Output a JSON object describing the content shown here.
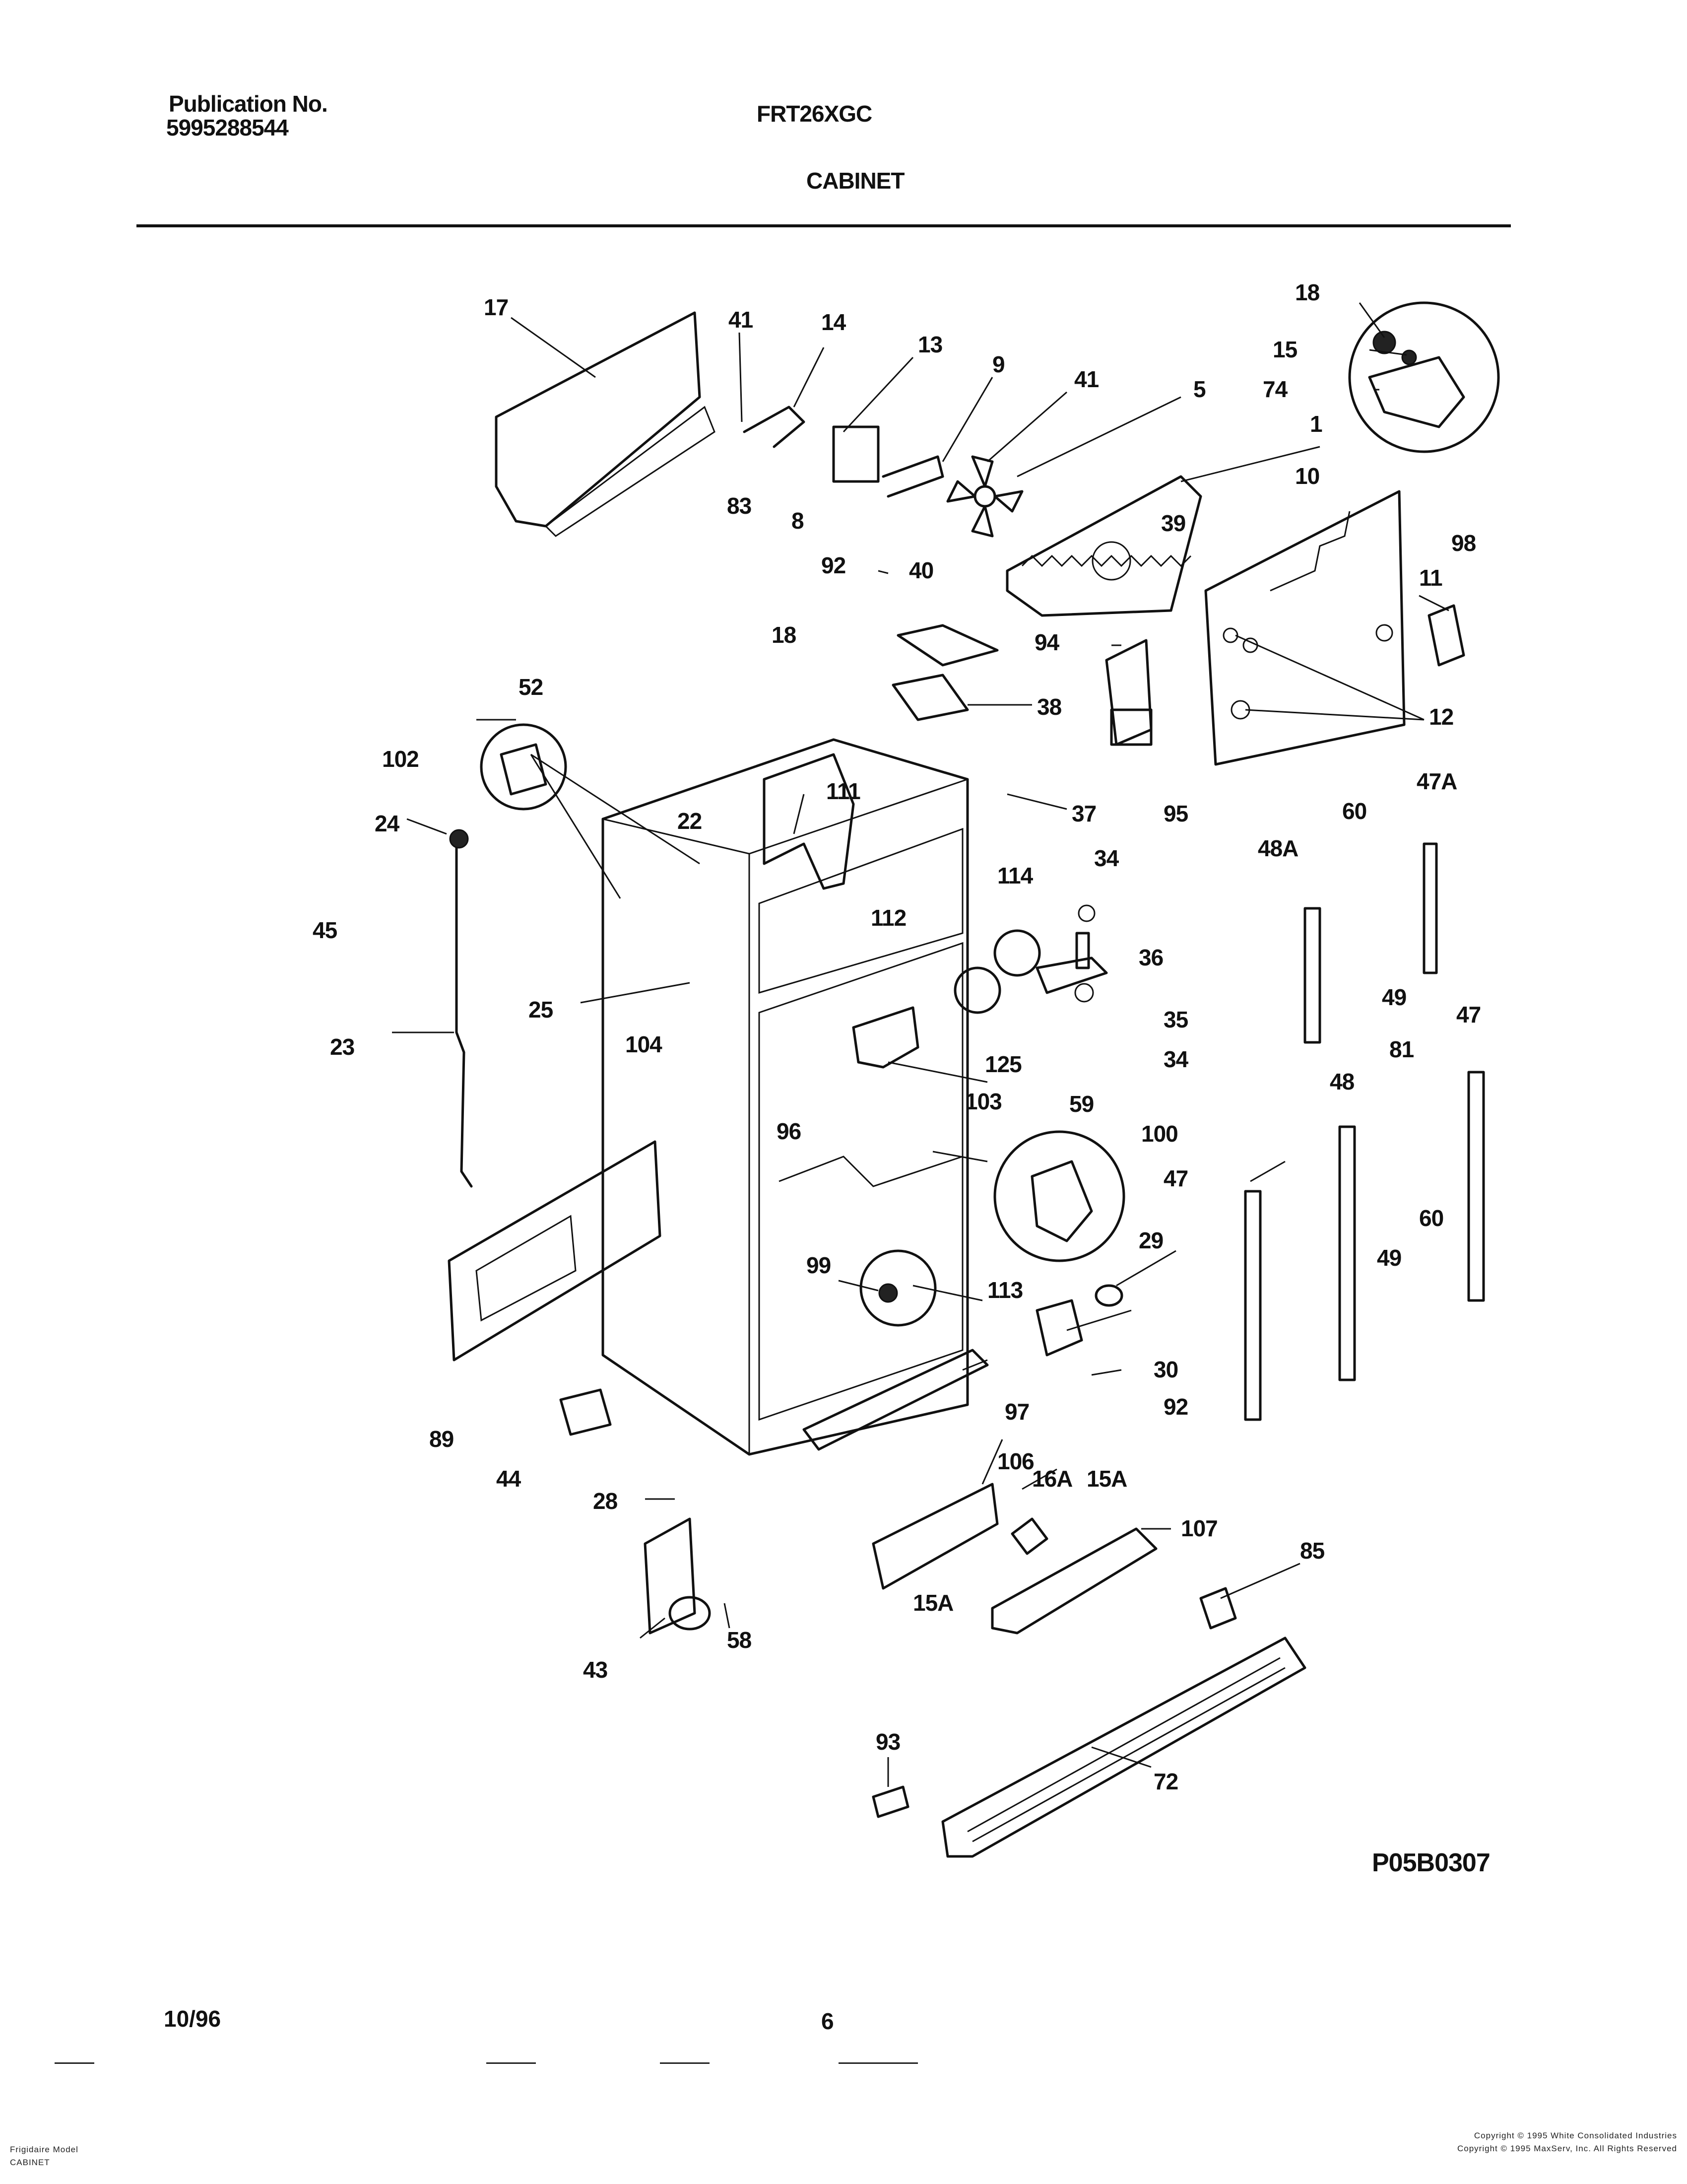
{
  "header": {
    "publication_label": "Publication No.",
    "publication_number": "5995288544",
    "model": "FRT26XGC",
    "section": "CABINET"
  },
  "diagram": {
    "figure_code": "P05B0307",
    "callouts": [
      "17",
      "41",
      "14",
      "13",
      "9",
      "41",
      "5",
      "1",
      "18",
      "15",
      "74",
      "10",
      "98",
      "11",
      "83",
      "8",
      "92",
      "40",
      "39",
      "12",
      "18",
      "94",
      "38",
      "95",
      "52",
      "102",
      "111",
      "37",
      "22",
      "24",
      "114",
      "34",
      "36",
      "60",
      "47A",
      "48A",
      "45",
      "112",
      "25",
      "104",
      "35",
      "34",
      "49",
      "125",
      "103",
      "81",
      "47",
      "23",
      "96",
      "59",
      "48",
      "100",
      "47",
      "29",
      "60",
      "99",
      "113",
      "49",
      "89",
      "30",
      "92",
      "97",
      "44",
      "106",
      "16A",
      "15A",
      "107",
      "28",
      "85",
      "58",
      "15A",
      "43",
      "93",
      "72"
    ]
  },
  "footer": {
    "date": "10/96",
    "page": "6",
    "left_caption_1": "Frigidaire Model",
    "left_caption_2": "CABINET",
    "copyright_1": "Copyright © 1995 White Consolidated Industries",
    "copyright_2": "Copyright © 1995 MaxServ, Inc.   All Rights Reserved"
  }
}
